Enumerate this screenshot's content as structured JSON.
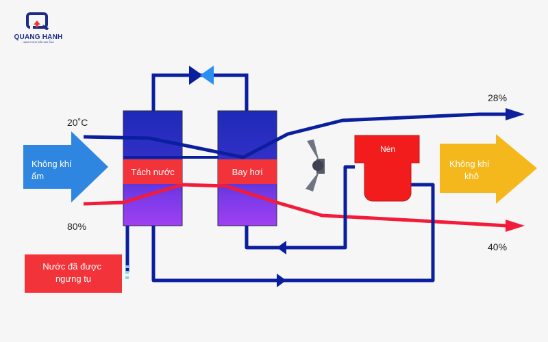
{
  "brand": {
    "name": "QUANG HẠNH",
    "tagline": "HẠNH PHÚC ĐẾN MỌI NHÀ",
    "color": "#1c2a8a"
  },
  "diagram": {
    "temp_in": "20˚C",
    "humidity_in": "80%",
    "out_top": "28%",
    "out_bottom": "40%",
    "humid_air": "Không khí ẩm",
    "dry_air": "Không khí khô",
    "separator": "Tách nước",
    "evaporator": "Bay hơi",
    "compressor": "Nén",
    "condensate": "Nước đã được ngưng tụ"
  },
  "colors": {
    "pipe_blue": "#0b1f9e",
    "pipe_red": "#f21c3a",
    "box_top": "#1e2ab8",
    "box_bottom": "#9b3ff0",
    "label_red": "#f2333a",
    "humid_arrow": "#2e86e0",
    "dry_arrow": "#f5b81c",
    "valve": "#2a8ff0"
  },
  "icons": [
    "expansion-valve-icon",
    "fan-icon"
  ]
}
